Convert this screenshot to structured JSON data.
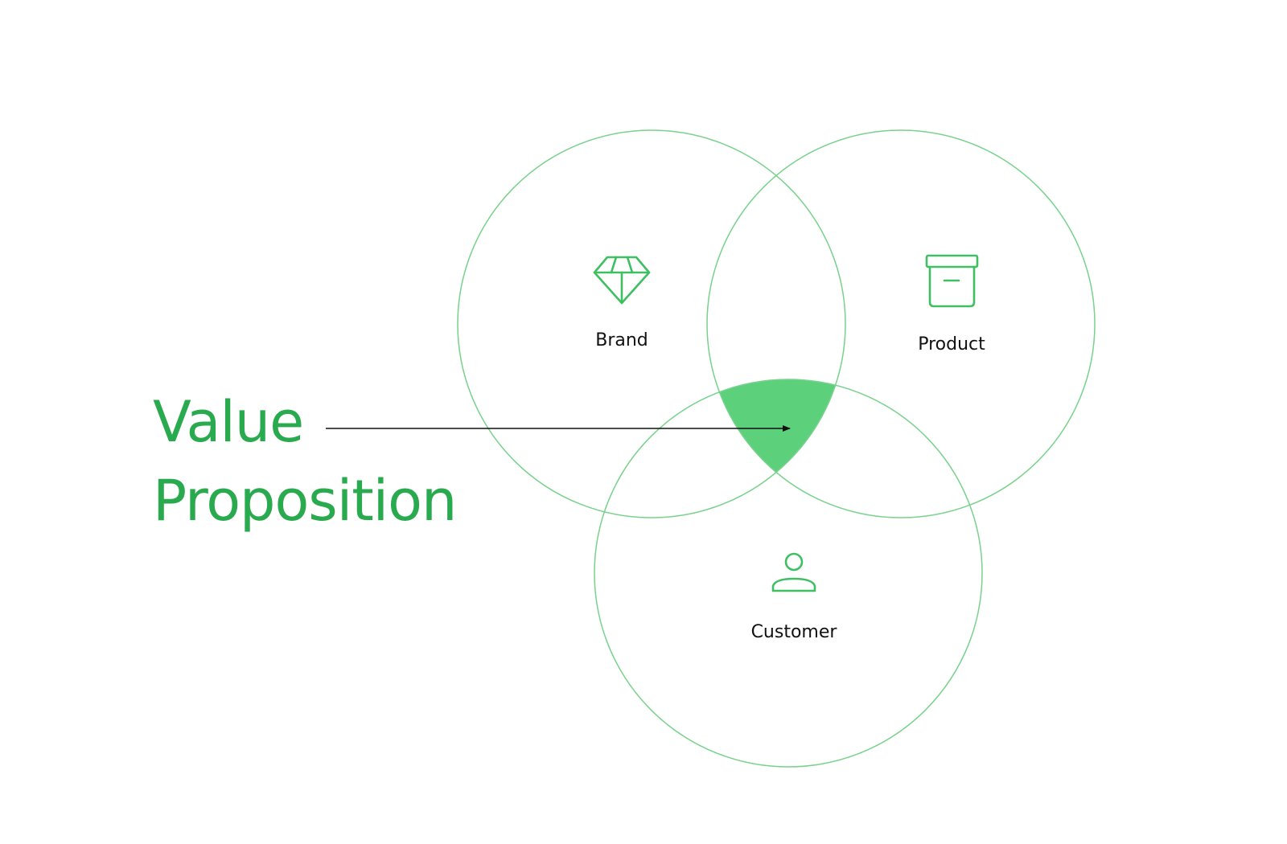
{
  "headline": {
    "line1": "Value",
    "line2": "Proposition"
  },
  "sets": {
    "brand": {
      "label": "Brand",
      "icon": "diamond-icon"
    },
    "product": {
      "label": "Product",
      "icon": "archive-box-icon"
    },
    "customer": {
      "label": "Customer",
      "icon": "user-icon"
    }
  },
  "colors": {
    "accent": "#2aaa4f",
    "circle_stroke": "#78d28c",
    "intersection_fill": "#5dd07c",
    "icon_stroke": "#3fbf62",
    "arrow": "#111111",
    "label_text": "#111111",
    "background": "#ffffff"
  }
}
